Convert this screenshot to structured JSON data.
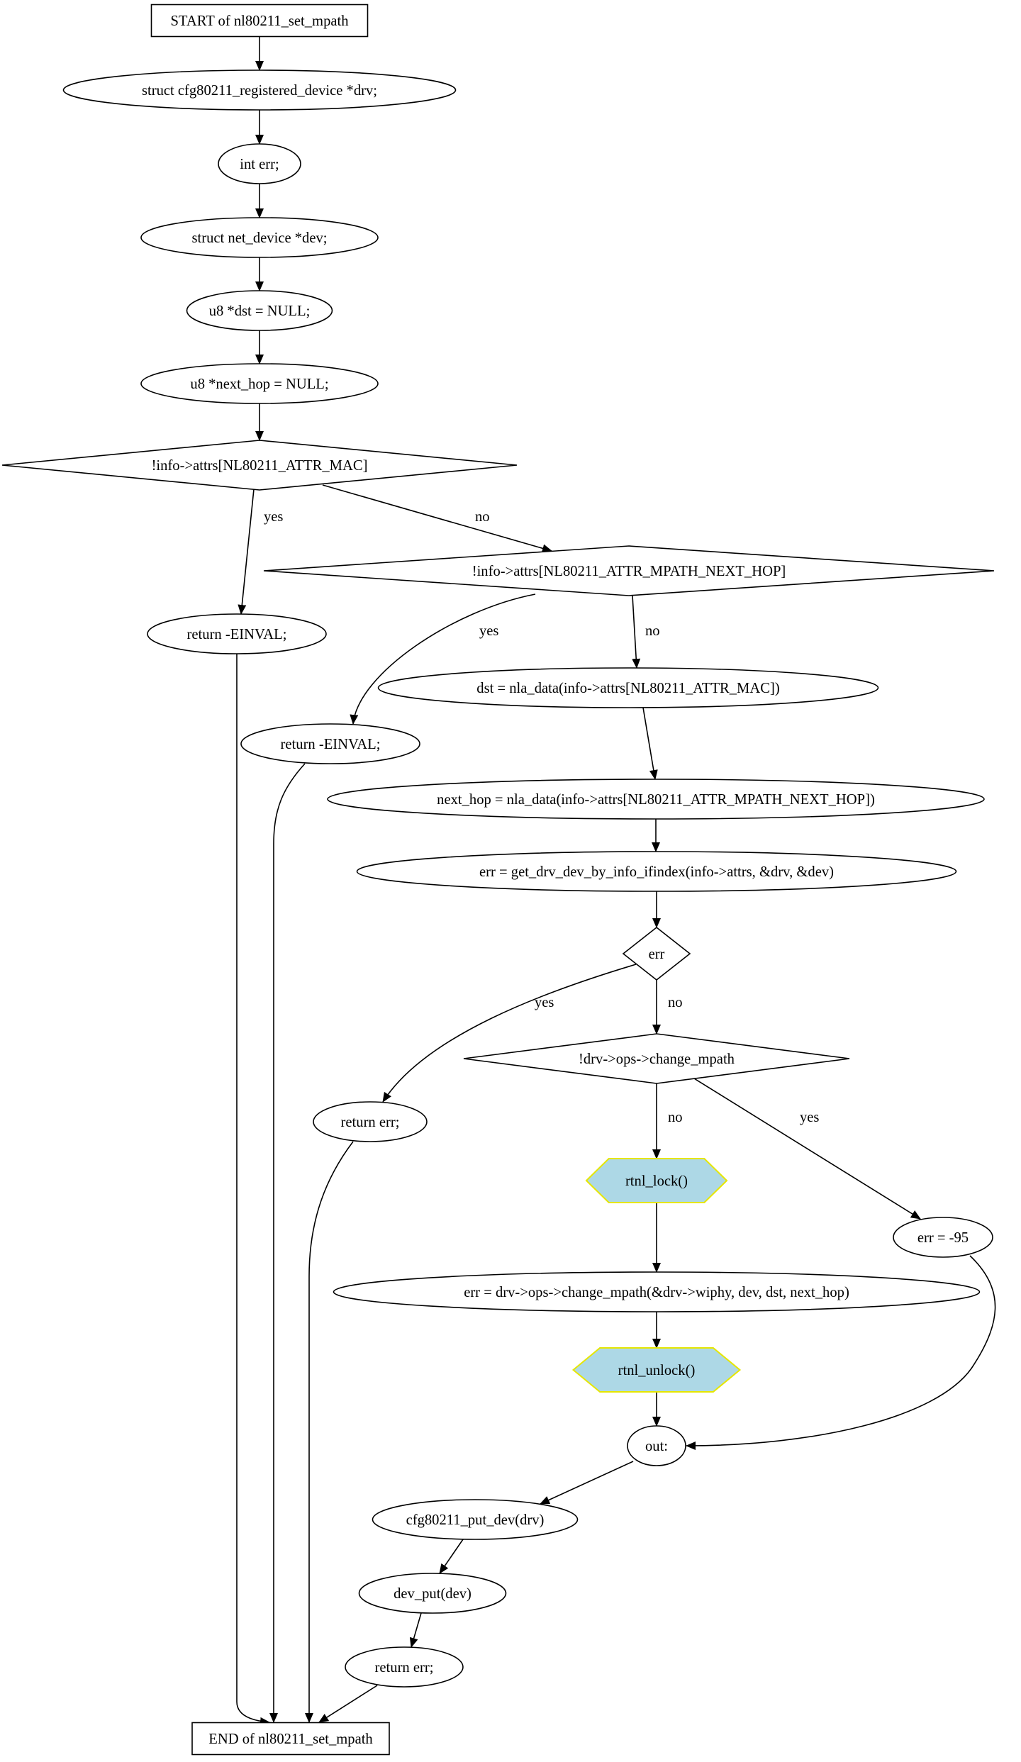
{
  "diagram": {
    "title": "START of nl80211_set_mpath",
    "colors": {
      "stroke": "#000000",
      "special_fill": "#add8e6",
      "special_stroke": "#e6e600",
      "background": "#ffffff"
    },
    "nodes": [
      {
        "id": "start",
        "shape": "rect",
        "label": "START of nl80211_set_mpath"
      },
      {
        "id": "n_drv",
        "shape": "ellipse",
        "label": "struct cfg80211_registered_device *drv;"
      },
      {
        "id": "n_err",
        "shape": "ellipse",
        "label": "int err;"
      },
      {
        "id": "n_dev",
        "shape": "ellipse",
        "label": "struct net_device *dev;"
      },
      {
        "id": "n_dst",
        "shape": "ellipse",
        "label": "u8 *dst = NULL;"
      },
      {
        "id": "n_nexthop",
        "shape": "ellipse",
        "label": "u8 *next_hop = NULL;"
      },
      {
        "id": "d_mac",
        "shape": "diamond",
        "label": "!info->attrs[NL80211_ATTR_MAC]"
      },
      {
        "id": "r_einval1",
        "shape": "ellipse",
        "label": "return -EINVAL;"
      },
      {
        "id": "d_nexthop",
        "shape": "diamond",
        "label": "!info->attrs[NL80211_ATTR_MPATH_NEXT_HOP]"
      },
      {
        "id": "r_einval2",
        "shape": "ellipse",
        "label": "return -EINVAL;"
      },
      {
        "id": "a_dst",
        "shape": "ellipse",
        "label": "dst = nla_data(info->attrs[NL80211_ATTR_MAC])"
      },
      {
        "id": "a_nexthop",
        "shape": "ellipse",
        "label": "next_hop = nla_data(info->attrs[NL80211_ATTR_MPATH_NEXT_HOP])"
      },
      {
        "id": "a_getdrv",
        "shape": "ellipse",
        "label": "err = get_drv_dev_by_info_ifindex(info->attrs, &drv, &dev)"
      },
      {
        "id": "d_err",
        "shape": "diamond",
        "label": "err"
      },
      {
        "id": "r_err1",
        "shape": "ellipse",
        "label": "return err;"
      },
      {
        "id": "d_ops",
        "shape": "diamond",
        "label": "!drv->ops->change_mpath"
      },
      {
        "id": "h_lock",
        "shape": "hexagon",
        "label": "rtnl_lock()"
      },
      {
        "id": "a_err95",
        "shape": "ellipse",
        "label": "err = -95"
      },
      {
        "id": "a_change",
        "shape": "ellipse",
        "label": "err = drv->ops->change_mpath(&drv->wiphy, dev, dst, next_hop)"
      },
      {
        "id": "h_unlock",
        "shape": "hexagon",
        "label": "rtnl_unlock()"
      },
      {
        "id": "l_out",
        "shape": "ellipse",
        "label": "out:"
      },
      {
        "id": "a_put",
        "shape": "ellipse",
        "label": "cfg80211_put_dev(drv)"
      },
      {
        "id": "a_devput",
        "shape": "ellipse",
        "label": "dev_put(dev)"
      },
      {
        "id": "r_err2",
        "shape": "ellipse",
        "label": "return err;"
      },
      {
        "id": "end",
        "shape": "rect",
        "label": "END of nl80211_set_mpath"
      }
    ],
    "edges": [
      {
        "from": "start",
        "to": "n_drv",
        "label": ""
      },
      {
        "from": "n_drv",
        "to": "n_err",
        "label": ""
      },
      {
        "from": "n_err",
        "to": "n_dev",
        "label": ""
      },
      {
        "from": "n_dev",
        "to": "n_dst",
        "label": ""
      },
      {
        "from": "n_dst",
        "to": "n_nexthop",
        "label": ""
      },
      {
        "from": "n_nexthop",
        "to": "d_mac",
        "label": ""
      },
      {
        "from": "d_mac",
        "to": "r_einval1",
        "label": "yes"
      },
      {
        "from": "d_mac",
        "to": "d_nexthop",
        "label": "no"
      },
      {
        "from": "d_nexthop",
        "to": "r_einval2",
        "label": "yes"
      },
      {
        "from": "d_nexthop",
        "to": "a_dst",
        "label": "no"
      },
      {
        "from": "a_dst",
        "to": "a_nexthop",
        "label": ""
      },
      {
        "from": "a_nexthop",
        "to": "a_getdrv",
        "label": ""
      },
      {
        "from": "a_getdrv",
        "to": "d_err",
        "label": ""
      },
      {
        "from": "d_err",
        "to": "r_err1",
        "label": "yes"
      },
      {
        "from": "d_err",
        "to": "d_ops",
        "label": "no"
      },
      {
        "from": "d_ops",
        "to": "h_lock",
        "label": "no"
      },
      {
        "from": "d_ops",
        "to": "a_err95",
        "label": "yes"
      },
      {
        "from": "h_lock",
        "to": "a_change",
        "label": ""
      },
      {
        "from": "a_change",
        "to": "h_unlock",
        "label": ""
      },
      {
        "from": "h_unlock",
        "to": "l_out",
        "label": ""
      },
      {
        "from": "a_err95",
        "to": "l_out",
        "label": ""
      },
      {
        "from": "l_out",
        "to": "a_put",
        "label": ""
      },
      {
        "from": "a_put",
        "to": "a_devput",
        "label": ""
      },
      {
        "from": "a_devput",
        "to": "r_err2",
        "label": ""
      },
      {
        "from": "r_einval1",
        "to": "end",
        "label": ""
      },
      {
        "from": "r_einval2",
        "to": "end",
        "label": ""
      },
      {
        "from": "r_err1",
        "to": "end",
        "label": ""
      },
      {
        "from": "r_err2",
        "to": "end",
        "label": ""
      }
    ]
  }
}
